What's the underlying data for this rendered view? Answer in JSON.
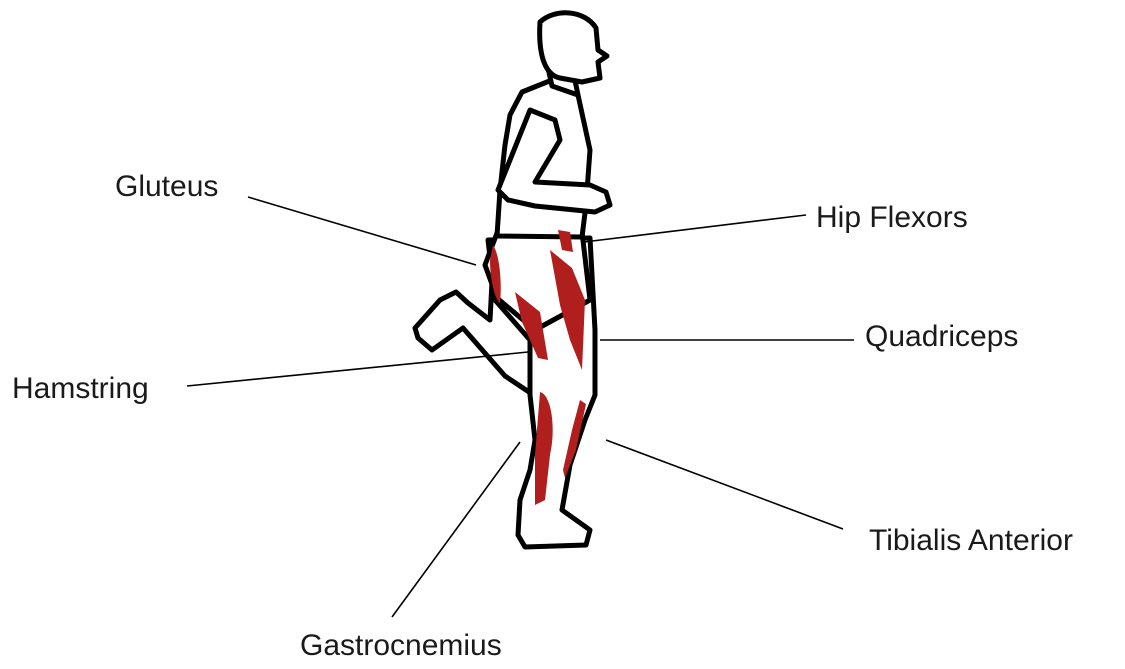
{
  "labels": {
    "gluteus": "Gluteus",
    "hip_flexors": "Hip Flexors",
    "quadriceps": "Quadriceps",
    "hamstring": "Hamstring",
    "tibialis_anterior": "Tibialis Anterior",
    "gastrocnemius": "Gastrocnemius"
  },
  "colors": {
    "muscle": "#b01e1e",
    "outline": "#000000",
    "background": "#ffffff"
  }
}
